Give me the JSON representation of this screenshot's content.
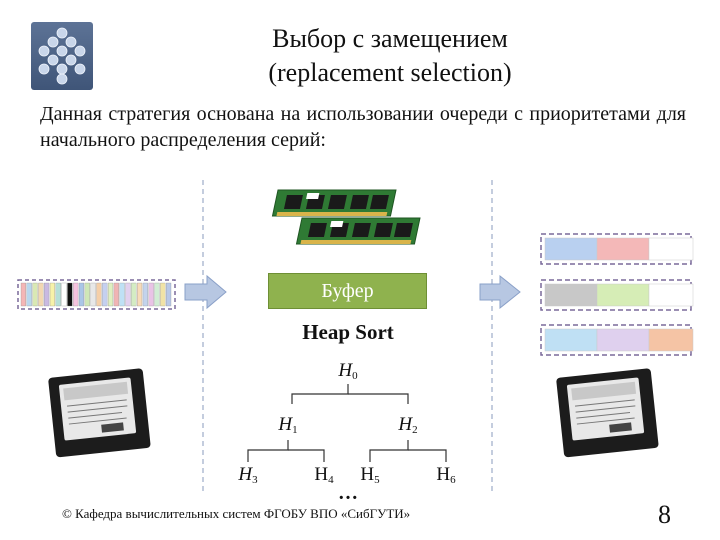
{
  "slide": {
    "title_line1": "Выбор с замещением",
    "title_line2": "(replacement selection)",
    "intro": "Данная стратегия основана на использовании очереди с приоритетами для начального распределения серий:",
    "buffer_label": "Буфер",
    "heap_label": "Heap Sort",
    "ellipsis": "…",
    "footer": "© Кафедра вычислительных систем ФГОБУ ВПО «СибГУТИ»",
    "page_number": "8"
  },
  "heap": {
    "nodes": [
      {
        "letter": "H",
        "index": "0"
      },
      {
        "letter": "H",
        "index": "1"
      },
      {
        "letter": "H",
        "index": "2"
      },
      {
        "letter": "H",
        "index": "3"
      },
      {
        "letter": "H",
        "index": "4"
      },
      {
        "letter": "H",
        "index": "5"
      },
      {
        "letter": "H",
        "index": "6"
      }
    ]
  },
  "colors": {
    "buffer": "#8fb24e",
    "arrow": "#b7c7e2",
    "output_border": "#7a6a9a",
    "input_stripes": [
      "#f4b6b6",
      "#b9d7ee",
      "#d9e8b4",
      "#f2d7b2",
      "#c9b9e2",
      "#f7f2a9",
      "#b6e0d8",
      "#ffffff",
      "#111111",
      "#f5c2de",
      "#aac6e8",
      "#cfe7b7",
      "#e8e8e8",
      "#f5cfa8",
      "#c5d0f0",
      "#dff0c0",
      "#f0b4b4",
      "#bfe1f5",
      "#e2d1ef",
      "#d4ecc3",
      "#f8dbb8",
      "#c3d3ec",
      "#e9c3e6",
      "#d1edd4",
      "#f1e3a6",
      "#b8c8e8"
    ],
    "output_rows": [
      [
        "#b9d0f0",
        "#f4b8b8",
        "#ffffff"
      ],
      [
        "#c8c8c8",
        "#d6edb6",
        "#ffffff"
      ],
      [
        "#bfe0f4",
        "#dfd0ee",
        "#f5c4a5"
      ]
    ]
  }
}
